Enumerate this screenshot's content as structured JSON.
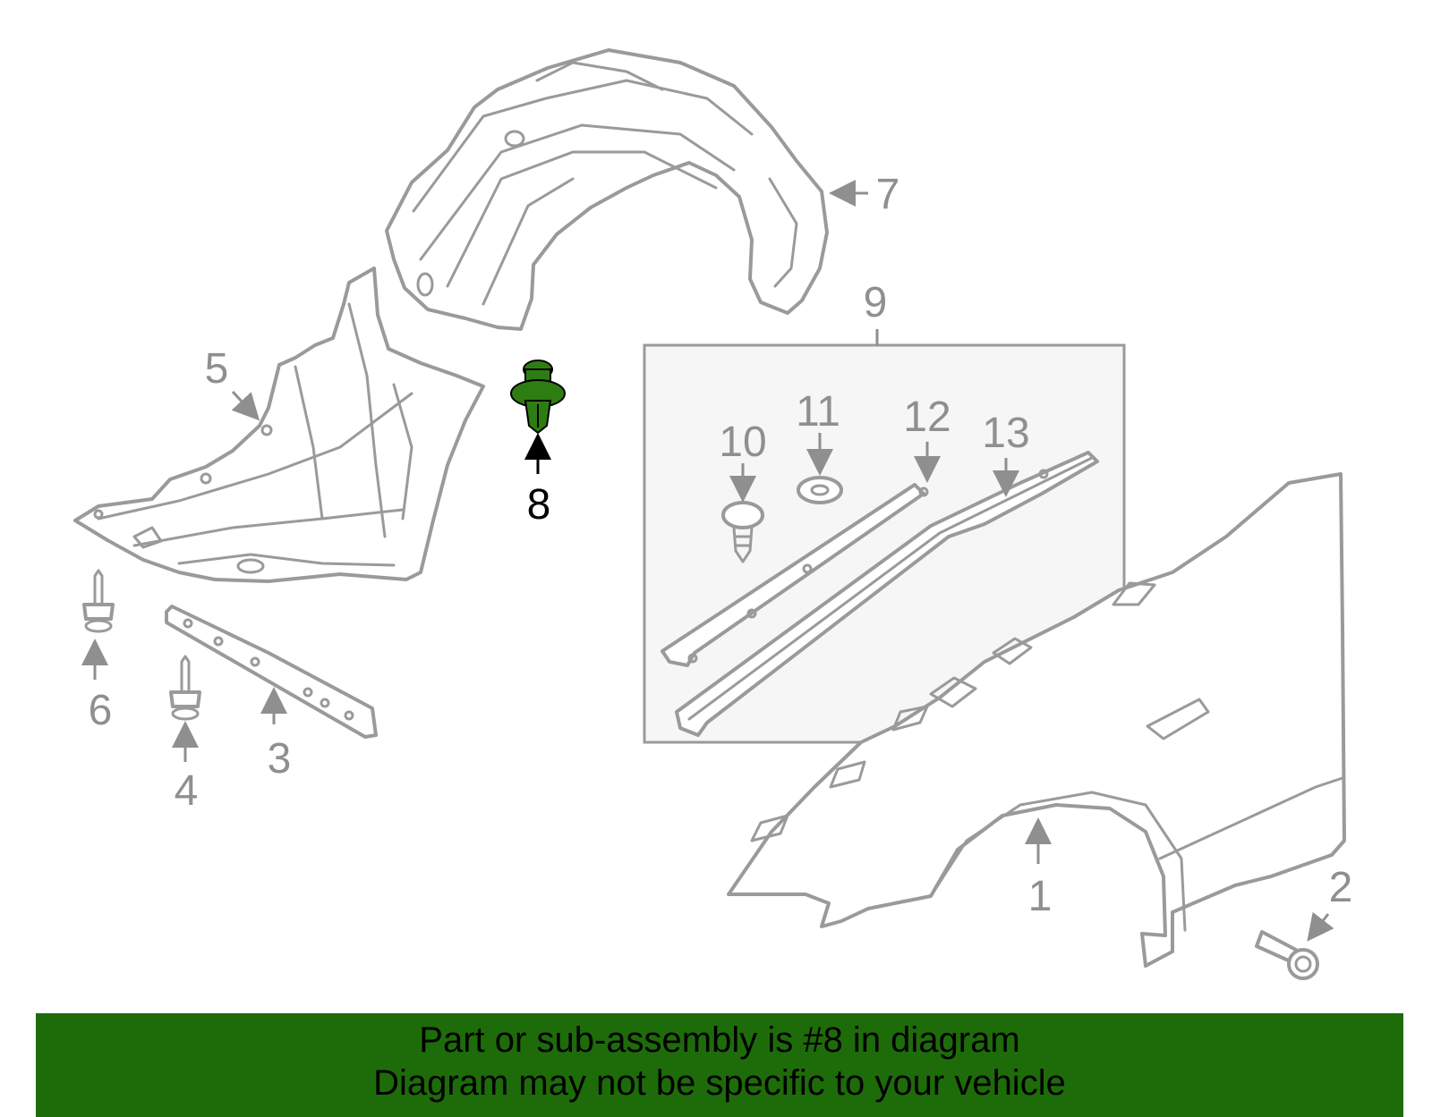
{
  "colors": {
    "banner_background": "#1e6b0a",
    "highlight_part": "#2e7d12",
    "part_outline": "#9a9a9a",
    "kit_box_background": "#f6f6f6"
  },
  "callouts": {
    "c1": "1",
    "c2": "2",
    "c3": "3",
    "c4": "4",
    "c5": "5",
    "c6": "6",
    "c7": "7",
    "c8": "8",
    "c9": "9",
    "c10": "10",
    "c11": "11",
    "c12": "12",
    "c13": "13"
  },
  "highlighted_callout": "8",
  "banner": {
    "line1": "Part or sub-assembly is #8 in diagram",
    "line2": "Diagram may not be specific to your vehicle"
  }
}
